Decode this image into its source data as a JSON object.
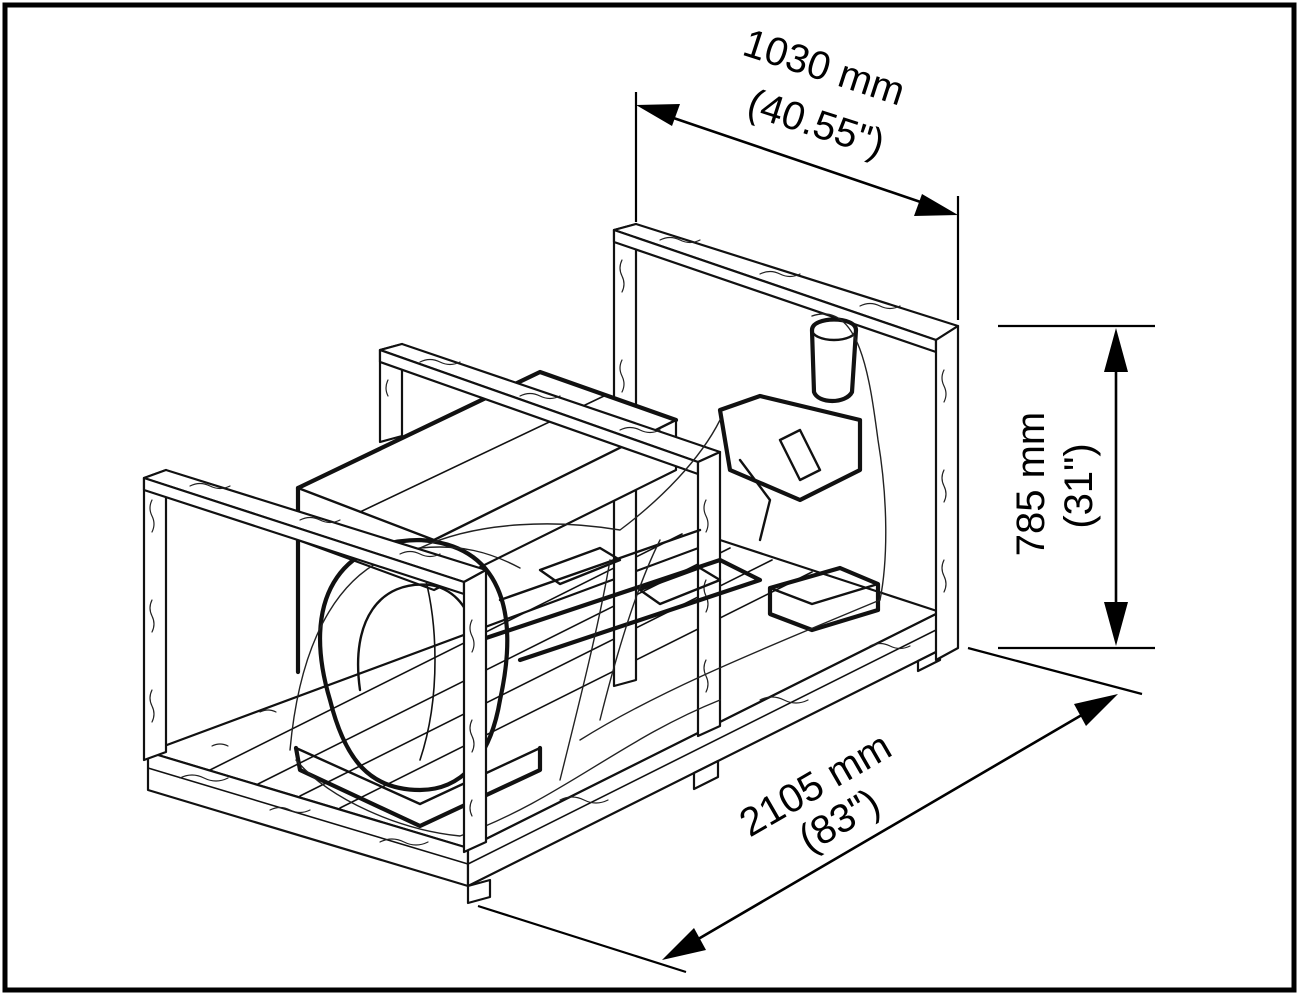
{
  "dimensions": {
    "width": {
      "metric": "1030 mm",
      "imperial": "(40.55\")"
    },
    "height": {
      "metric": "785 mm",
      "imperial": "(31\")"
    },
    "length": {
      "metric": "2105 mm",
      "imperial": "(83\")"
    }
  },
  "colors": {
    "ink": "#111111",
    "background": "#ffffff"
  }
}
